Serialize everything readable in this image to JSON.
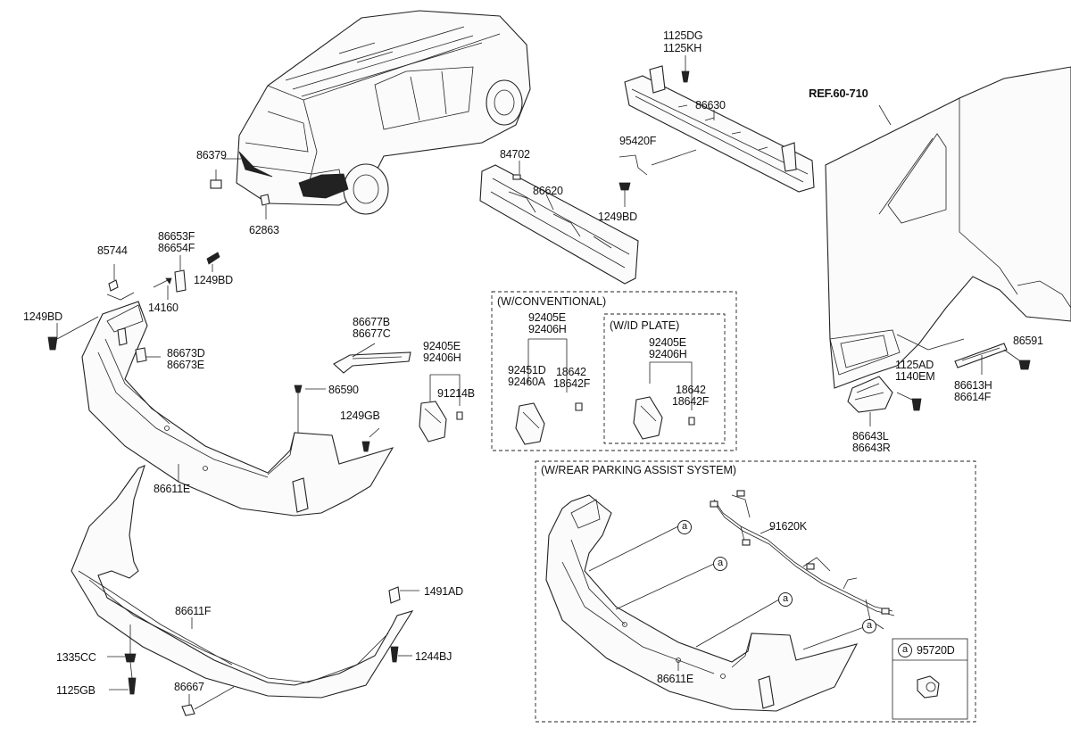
{
  "reference": "REF.60-710",
  "boxes": {
    "conventional": "(W/CONVENTIONAL)",
    "id_plate": "(W/ID PLATE)",
    "parking_assist": "(W/REAR PARKING ASSIST SYSTEM)"
  },
  "circle_marker": "a",
  "parts": {
    "p1125DG": "1125DG",
    "p1125KH": "1125KH",
    "p86630": "86630",
    "p95420F": "95420F",
    "p1249BD_a": "1249BD",
    "p84702": "84702",
    "p86620": "86620",
    "p86379": "86379",
    "p62863": "62863",
    "p86653F": "86653F",
    "p86654F": "86654F",
    "p85744": "85744",
    "p1249BD_b": "1249BD",
    "p14160": "14160",
    "p1249BD_c": "1249BD",
    "p86673D": "86673D",
    "p86673E": "86673E",
    "p86677B": "86677B",
    "p86677C": "86677C",
    "p86590": "86590",
    "p1249GB": "1249GB",
    "p86611E_a": "86611E",
    "p92405E_a": "92405E",
    "p92406H_a": "92406H",
    "p91214B": "91214B",
    "p92405E_b": "92405E",
    "p92406H_b": "92406H",
    "p92451D": "92451D",
    "p92460A": "92460A",
    "p18642_a": "18642",
    "p18642F_a": "18642F",
    "p92405E_c": "92405E",
    "p92406H_c": "92406H",
    "p18642_b": "18642",
    "p18642F_b": "18642F",
    "p86591": "86591",
    "p1125AD": "1125AD",
    "p1140EM": "1140EM",
    "p86613H": "86613H",
    "p86614F": "86614F",
    "p86643L": "86643L",
    "p86643R": "86643R",
    "p91620K": "91620K",
    "p86611E_b": "86611E",
    "p95720D": "95720D",
    "p1491AD": "1491AD",
    "p86611F": "86611F",
    "p1335CC": "1335CC",
    "p1244BJ": "1244BJ",
    "p1125GB": "1125GB",
    "p86667": "86667"
  },
  "colors": {
    "line": "#222222",
    "background": "#ffffff"
  }
}
